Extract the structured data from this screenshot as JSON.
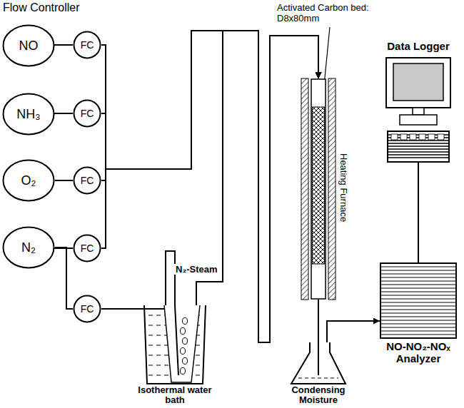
{
  "diagram": {
    "nodes": [
      {
        "text": [
          "NO"
        ]
      },
      {
        "text": [
          "FC"
        ]
      },
      {
        "text": [
          "NH₃"
        ]
      },
      {
        "text": [
          "FC"
        ]
      },
      {
        "text": [
          "O₂"
        ]
      },
      {
        "text": [
          "FC"
        ]
      },
      {
        "text": [
          "N₂"
        ]
      },
      {
        "text": [
          "FC"
        ]
      },
      {
        "text": [
          "FC"
        ]
      },
      {
        "text": [
          "Isothermal water bath"
        ]
      },
      {
        "text": [
          "Heating Furnace"
        ]
      },
      {
        "text": [
          "Condensing Moisture"
        ]
      },
      {
        "text": [
          "NO-NO₂-NOₓ Analyzer"
        ]
      },
      {
        "text": [
          "Data Logger"
        ]
      }
    ],
    "edges": [
      {
        "from": 0,
        "to": 1,
        "arrow": "none"
      },
      {
        "from": 2,
        "to": 3,
        "arrow": "none"
      },
      {
        "from": 4,
        "to": 5,
        "arrow": "none"
      },
      {
        "from": 6,
        "to": 7,
        "arrow": "none"
      },
      {
        "from": 6,
        "to": 8,
        "arrow": "none"
      },
      {
        "from": 1,
        "to": 10,
        "arrow": "to"
      },
      {
        "from": 3,
        "to": 10,
        "arrow": "to"
      },
      {
        "from": 5,
        "to": 10,
        "arrow": "to"
      },
      {
        "from": 7,
        "to": 10,
        "arrow": "to"
      },
      {
        "from": 8,
        "to": 9,
        "arrow": "none"
      },
      {
        "from": 9,
        "to": 10,
        "label": "N₂-Steam",
        "arrow": "to"
      },
      {
        "from": 10,
        "to": 11,
        "arrow": "none"
      },
      {
        "from": 11,
        "to": 12,
        "arrow": "to"
      },
      {
        "from": 12,
        "to": 13,
        "arrow": "none"
      }
    ],
    "labels": [
      "Flow Controller",
      "Activated Carbon bed: D8x80mm"
    ]
  }
}
